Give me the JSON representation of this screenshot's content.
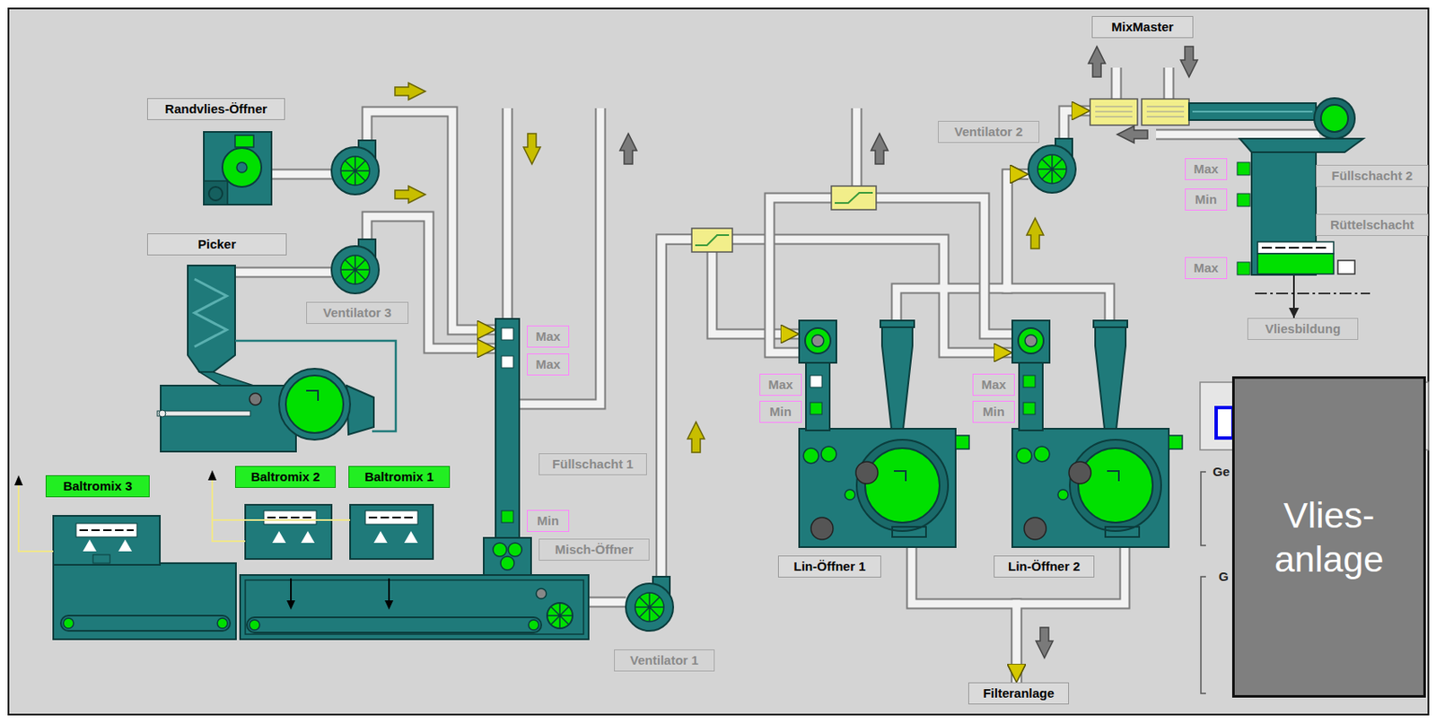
{
  "diagram": {
    "nodes": [
      {
        "text": [
          "Randvlies-Öffner"
        ]
      },
      {
        "text": [
          "Picker"
        ]
      },
      {
        "text": [
          "Ventilator 3"
        ]
      },
      {
        "text": [
          "Baltromix 3"
        ]
      },
      {
        "text": [
          "Baltromix 2"
        ]
      },
      {
        "text": [
          "Baltromix 1"
        ]
      },
      {
        "text": [
          "Füllschacht 1"
        ]
      },
      {
        "text": [
          "Misch-Öffner"
        ]
      },
      {
        "text": [
          "Ventilator 1"
        ]
      },
      {
        "text": [
          "Lin-Öffner 1"
        ]
      },
      {
        "text": [
          "Lin-Öffner 2"
        ]
      },
      {
        "text": [
          "Filteranlage"
        ]
      },
      {
        "text": [
          "Ventilator 2"
        ]
      },
      {
        "text": [
          "MixMaster"
        ]
      },
      {
        "text": [
          "Füllschacht 2"
        ]
      },
      {
        "text": [
          "Rüttelschacht"
        ],
        "in": 14
      },
      {
        "text": [
          "Vliesbildung"
        ]
      },
      {
        "text": [
          "Vlies- anlage"
        ]
      }
    ],
    "edges": [
      {
        "from": 0,
        "to": 6,
        "arrow": "to"
      },
      {
        "from": 1,
        "to": 2,
        "arrow": "none"
      },
      {
        "from": 2,
        "to": 6,
        "arrow": "to"
      },
      {
        "from": 7,
        "to": 8,
        "arrow": "none"
      },
      {
        "from": 8,
        "to": 9,
        "arrow": "to"
      },
      {
        "from": 8,
        "to": 10,
        "arrow": "to"
      },
      {
        "from": 9,
        "to": 12,
        "arrow": "to"
      },
      {
        "from": 10,
        "to": 12,
        "arrow": "to"
      },
      {
        "from": 9,
        "to": 11,
        "arrow": "to"
      },
      {
        "from": 10,
        "to": 11,
        "arrow": "to"
      },
      {
        "from": 12,
        "to": 13,
        "arrow": "to"
      },
      {
        "from": 14,
        "to": 16,
        "arrow": "to"
      }
    ],
    "labels": [
      "Max",
      "Max",
      "Min",
      "Max",
      "Min",
      "Max",
      "Min",
      "Max",
      "Min",
      "Max",
      "Ge",
      "G"
    ]
  }
}
